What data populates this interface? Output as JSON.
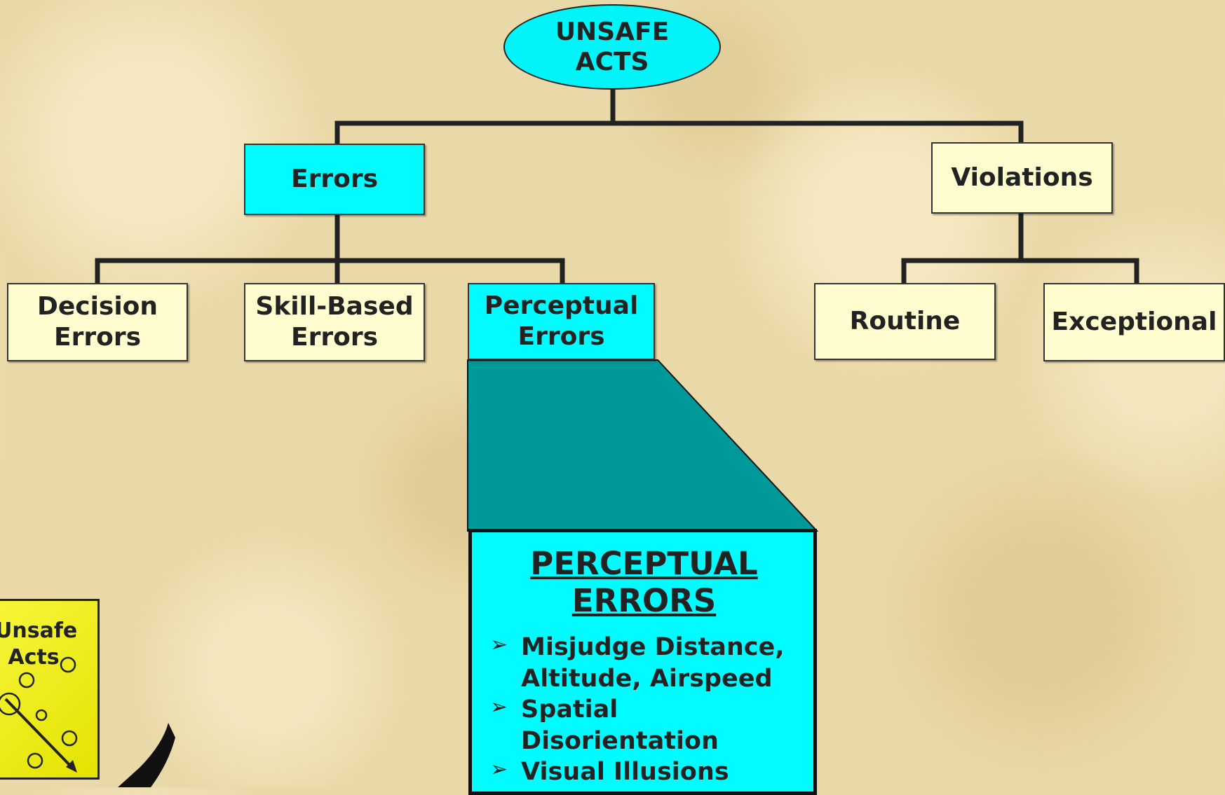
{
  "root": {
    "label": "UNSAFE\nACTS"
  },
  "branches": {
    "errors": {
      "label": "Errors",
      "children": [
        {
          "label": "Decision\nErrors"
        },
        {
          "label": "Skill-Based\nErrors"
        },
        {
          "label": "Perceptual\nErrors"
        }
      ]
    },
    "violations": {
      "label": "Violations",
      "children": [
        {
          "label": "Routine"
        },
        {
          "label": "Exceptional"
        }
      ]
    }
  },
  "detail": {
    "title": "PERCEPTUAL\nERRORS",
    "items": [
      "Misjudge Distance,\n   Altitude, Airspeed",
      "Spatial Disorientation",
      "Visual Illusions"
    ],
    "bullet_glyph": "➢"
  },
  "thumbnail": {
    "label": "Unsafe\nActs"
  },
  "colors": {
    "cyan": "#00fcff",
    "cream": "#fffdd0",
    "teal": "#009999",
    "thumbnail_yellow": "#f0f020",
    "background": "#ead9a8"
  }
}
